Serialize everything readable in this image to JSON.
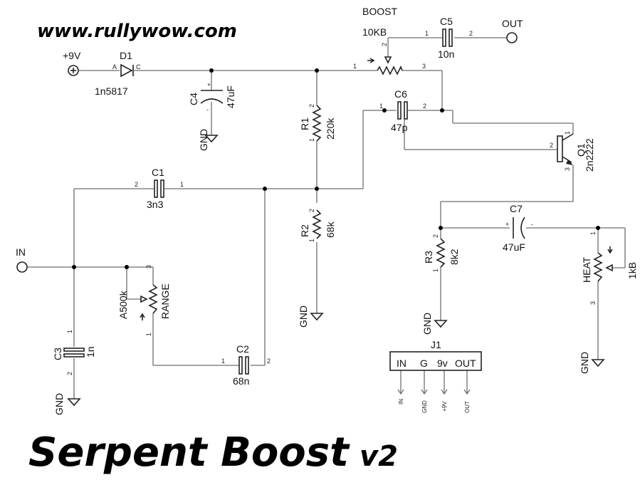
{
  "website": "www.rullywow.com",
  "title": "Serpent Boost",
  "version": "v2",
  "power": {
    "label": "+9V",
    "symbol": "⊕"
  },
  "ground_label": "GND",
  "ports": {
    "in": "IN",
    "out": "OUT"
  },
  "components": {
    "D1": {
      "ref": "D1",
      "value": "1n5817",
      "anode": "A",
      "cathode": "C"
    },
    "C1": {
      "ref": "C1",
      "value": "3n3",
      "pin1": "1",
      "pin2": "2"
    },
    "C2": {
      "ref": "C2",
      "value": "68n",
      "pin1": "1",
      "pin2": "2"
    },
    "C3": {
      "ref": "C3",
      "value": "1n",
      "pin1": "1",
      "pin2": "2"
    },
    "C4": {
      "ref": "C4",
      "value": "47uF",
      "plus": "+",
      "minus": "-"
    },
    "C5": {
      "ref": "C5",
      "value": "10n",
      "pin1": "1",
      "pin2": "2"
    },
    "C6": {
      "ref": "C6",
      "value": "47p",
      "pin1": "1",
      "pin2": "2"
    },
    "C7": {
      "ref": "C7",
      "value": "47uF",
      "plus": "+",
      "minus": "-"
    },
    "R1": {
      "ref": "R1",
      "value": "220k",
      "pin1": "1",
      "pin2": "2"
    },
    "R2": {
      "ref": "R2",
      "value": "68k",
      "pin1": "1",
      "pin2": "2"
    },
    "R3": {
      "ref": "R3",
      "value": "8k2",
      "pin1": "1",
      "pin2": "2"
    },
    "Q1": {
      "ref": "Q1",
      "value": "2n2222",
      "pin1": "1",
      "pin2": "2",
      "pin3": "3"
    },
    "BOOST": {
      "ref": "BOOST",
      "value": "10KB",
      "pin1": "1",
      "pin2": "2",
      "pin3": "3"
    },
    "RANGE": {
      "ref": "RANGE",
      "value": "A500k",
      "pin1": "1",
      "pin3": "3"
    },
    "HEAT": {
      "ref": "HEAT",
      "value": "1kB",
      "pin1": "1",
      "pin3": "3"
    }
  },
  "connector": {
    "ref": "J1",
    "pins": [
      "IN",
      "G",
      "9v",
      "OUT"
    ],
    "nets": [
      "IN",
      "GND",
      "+9V",
      "OUT"
    ]
  }
}
